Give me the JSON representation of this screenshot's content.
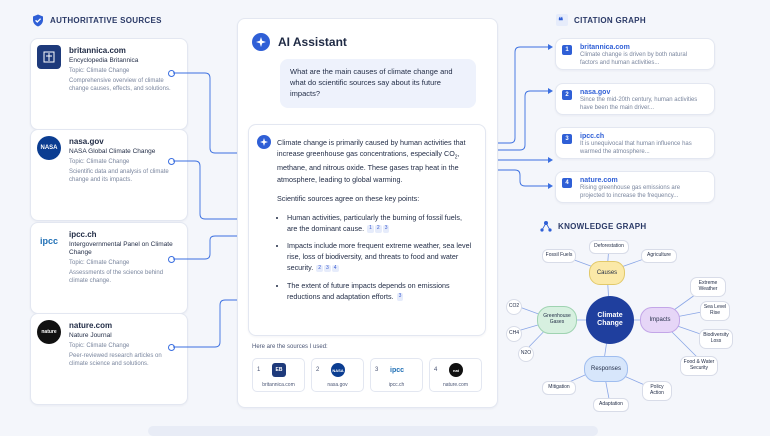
{
  "sources_panel": {
    "title": "AUTHORITATIVE SOURCES",
    "items": [
      {
        "domain": "britannica.com",
        "name": "Encyclopedia Britannica",
        "topic": "Topic: Climate Change",
        "desc": "Comprehensive overview of climate change causes, effects, and solutions.",
        "logo": "EB",
        "color": "#1e3a7b"
      },
      {
        "domain": "nasa.gov",
        "name": "NASA Global Climate Change",
        "topic": "Topic: Climate Change",
        "desc": "Scientific data and analysis of climate change and its impacts.",
        "logo": "NASA",
        "color": "#0b3d91"
      },
      {
        "domain": "ipcc.ch",
        "name": "Intergovernmental Panel on Climate Change",
        "topic": "Topic: Climate Change",
        "desc": "Assessments of the science behind climate change.",
        "logo": "ipcc",
        "color": "#1f6fb5"
      },
      {
        "domain": "nature.com",
        "name": "Nature Journal",
        "topic": "Topic: Climate Change",
        "desc": "Peer-reviewed research articles on climate science and solutions.",
        "logo": "nature",
        "color": "#111111"
      }
    ]
  },
  "assistant": {
    "title": "AI Assistant",
    "question": "What are the main causes of climate change and what do scientific sources say about its future impacts?",
    "answer_p1_a": "Climate change is primarily caused by human activities that increase greenhouse gas concentrations, especially CO",
    "answer_p1_sub": "2",
    "answer_p1_b": ", methane, and nitrous oxide. These gases trap heat in the atmosphere, leading to global warming.",
    "answer_p2": "Scientific sources agree on these key points:",
    "bullets": [
      {
        "text": "Human activities, particularly the burning of fossil fuels, are the dominant cause.",
        "cites": [
          "1",
          "2",
          "3"
        ]
      },
      {
        "text": "Impacts include more frequent extreme weather, sea level rise, loss of biodiversity, and threats to food and water security.",
        "cites": [
          "2",
          "3",
          "4"
        ]
      },
      {
        "text": "The extent of future impacts depends on emissions reductions and adaptation efforts.",
        "cites": [
          "3"
        ]
      }
    ],
    "sources_label": "Here are the sources I used:",
    "tiles": [
      {
        "num": "1",
        "label": "britannica.com",
        "logo": "EB"
      },
      {
        "num": "2",
        "label": "nasa.gov",
        "logo": "NASA"
      },
      {
        "num": "3",
        "label": "ipcc.ch",
        "logo": "ipcc"
      },
      {
        "num": "4",
        "label": "nature.com",
        "logo": "nat"
      }
    ]
  },
  "citation_graph": {
    "title": "CITATION GRAPH",
    "items": [
      {
        "num": "1",
        "domain": "britannica.com",
        "desc": "Climate change is driven by both natural factors and human activities..."
      },
      {
        "num": "2",
        "domain": "nasa.gov",
        "desc": "Since the mid-20th century, human activities have been the main driver..."
      },
      {
        "num": "3",
        "domain": "ipcc.ch",
        "desc": "It is unequivocal that human influence has warmed the atmosphere..."
      },
      {
        "num": "4",
        "domain": "nature.com",
        "desc": "Rising greenhouse gas emissions are projected to increase the frequency..."
      }
    ]
  },
  "knowledge_graph": {
    "title": "KNOWLEDGE GRAPH",
    "center": "Climate Change",
    "causes": "Causes",
    "impacts": "Impacts",
    "responses": "Responses",
    "greenhouse": "Greenhouse Gases",
    "cause_leaves": [
      "Fossil Fuels",
      "Deforestation",
      "Agriculture"
    ],
    "impact_leaves": [
      "Extreme Weather",
      "Sea Level Rise",
      "Biodiversity Loss",
      "Food & Water Security"
    ],
    "response_leaves": [
      "Mitigation",
      "Adaptation",
      "Policy Action"
    ],
    "gas_leaves": [
      "CO2",
      "CH4",
      "N2O"
    ]
  },
  "colors": {
    "accent": "#2f5fd6",
    "causes": "#fbe9a8",
    "impacts": "#e6d6f7",
    "responses": "#d7e6fb",
    "greenhouse": "#d7f0e0",
    "center": "#1f3f9e"
  }
}
